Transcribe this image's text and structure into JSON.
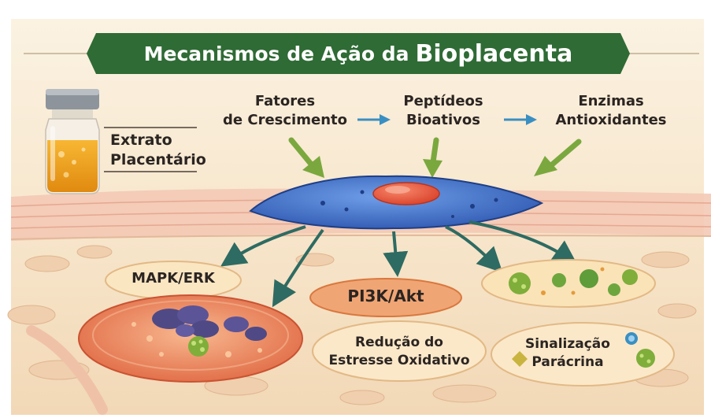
{
  "title": {
    "prefix": "Mecanismos de Ação da",
    "emphasis": "Bioplacenta"
  },
  "source": {
    "line1": "Extrato",
    "line2": "Placentário"
  },
  "components": [
    {
      "line1": "Fatores",
      "line2": "de Crescimento"
    },
    {
      "line1": "Peptídeos",
      "line2": "Bioativos"
    },
    {
      "line1": "Enzimas",
      "line2": "Antioxidantes"
    }
  ],
  "pathways": {
    "mapk": "MAPK/ERK",
    "pi3k": "PI3K/Akt",
    "reduction": {
      "line1": "Redução do",
      "line2": "Estresse Oxidativo"
    },
    "paracrine": {
      "line1": "Sinalização",
      "line2": "Parácrina"
    }
  },
  "colors": {
    "banner": "#2f6b35",
    "background": "#f6e6cd",
    "cell": "#3f6fc9",
    "nucleus": "#e8533a",
    "arrow_green": "#7aa83e",
    "arrow_teal": "#2e6b62",
    "arrow_blue": "#3a8fc2",
    "pi3k_pill": "#f0a574",
    "liquid": "#f2a01a"
  },
  "icons": [
    "vial-icon",
    "cell-icon",
    "arrow-icon",
    "green-microbe-icon",
    "blue-microbe-icon"
  ]
}
